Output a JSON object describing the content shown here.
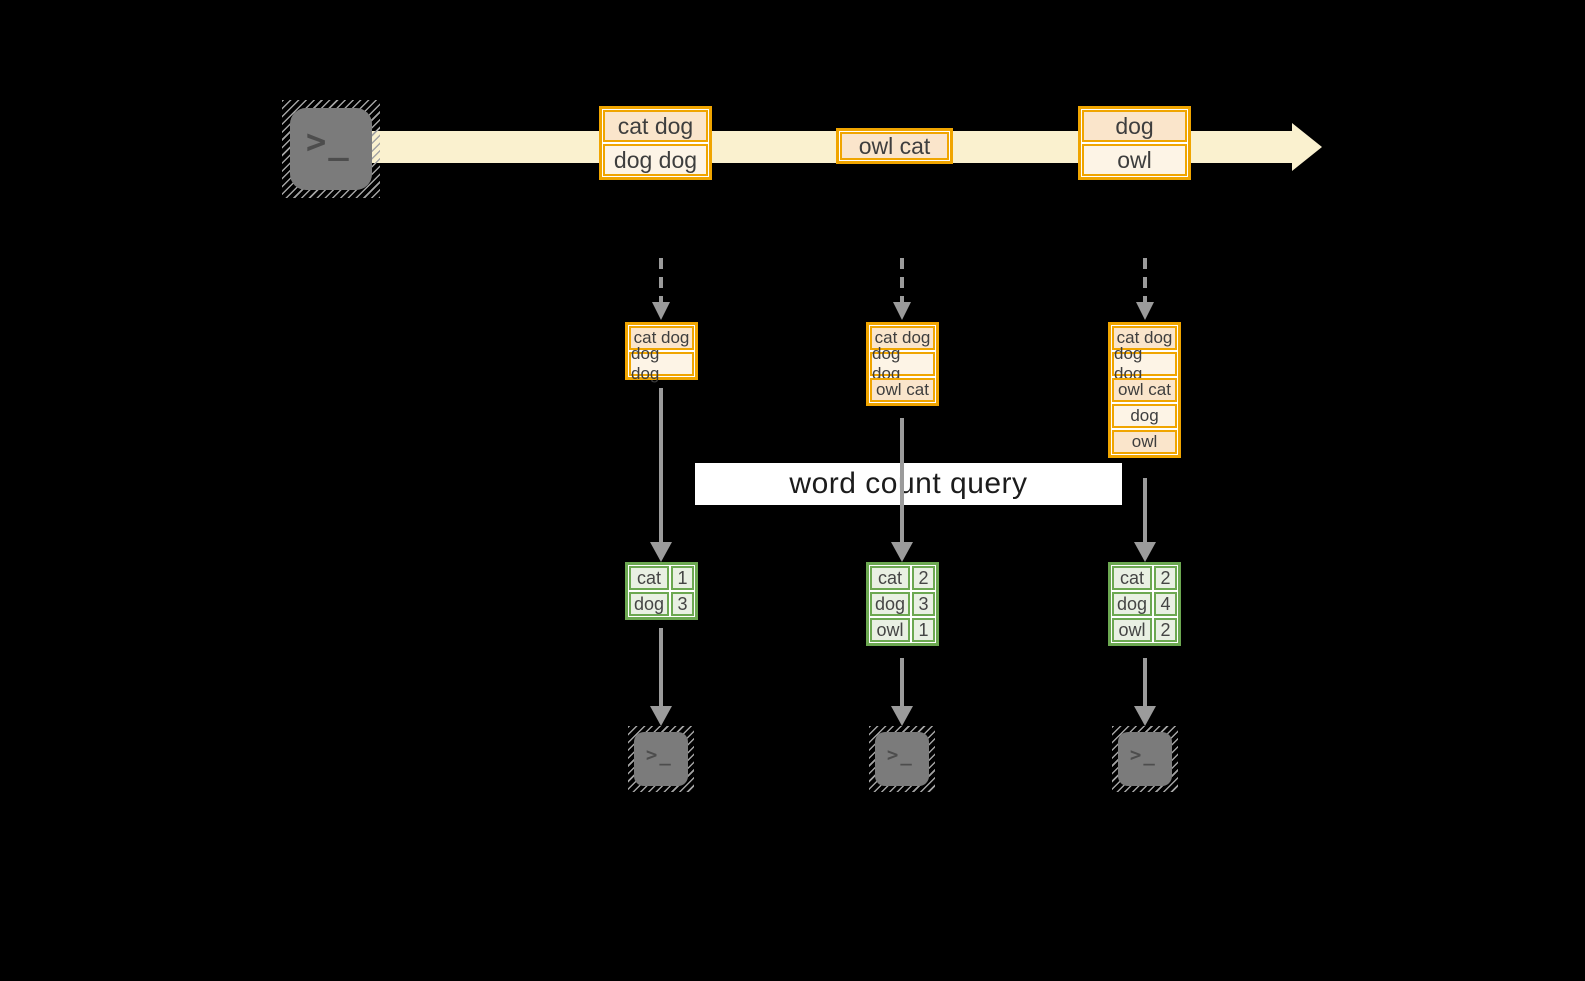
{
  "title": {
    "label": "word count query"
  },
  "colors": {
    "background": "#000000",
    "stream_band": "#FAF1CF",
    "cell_peach": "#FAE5CB",
    "cell_cream": "#FDF4E6",
    "orange_border": "#F0A500",
    "green_border": "#6CA851",
    "green_fill": "#E9F0E3",
    "arrow_gray": "#9B9B9B",
    "terminal_gray": "#7B7B7B"
  },
  "source_terminal": {
    "glyph": ">_"
  },
  "stream": {
    "batches": [
      {
        "lines": [
          "cat dog",
          "dog dog"
        ]
      },
      {
        "lines": [
          "owl cat"
        ]
      },
      {
        "lines": [
          "dog",
          "owl"
        ]
      }
    ]
  },
  "columns": [
    {
      "buffer": [
        "cat dog",
        "dog dog"
      ],
      "counts": {
        "rows": [
          {
            "word": "cat",
            "count": "1"
          },
          {
            "word": "dog",
            "count": "3"
          }
        ]
      }
    },
    {
      "buffer": [
        "cat dog",
        "dog dog",
        "owl cat"
      ],
      "counts": {
        "rows": [
          {
            "word": "cat",
            "count": "2"
          },
          {
            "word": "dog",
            "count": "3"
          },
          {
            "word": "owl",
            "count": "1"
          }
        ]
      }
    },
    {
      "buffer": [
        "cat dog",
        "dog dog",
        "owl cat",
        "dog",
        "owl"
      ],
      "counts": {
        "rows": [
          {
            "word": "cat",
            "count": "2"
          },
          {
            "word": "dog",
            "count": "4"
          },
          {
            "word": "owl",
            "count": "2"
          }
        ]
      }
    }
  ],
  "sink_terminals": [
    {
      "glyph": ">_"
    },
    {
      "glyph": ">_"
    },
    {
      "glyph": ">_"
    }
  ]
}
